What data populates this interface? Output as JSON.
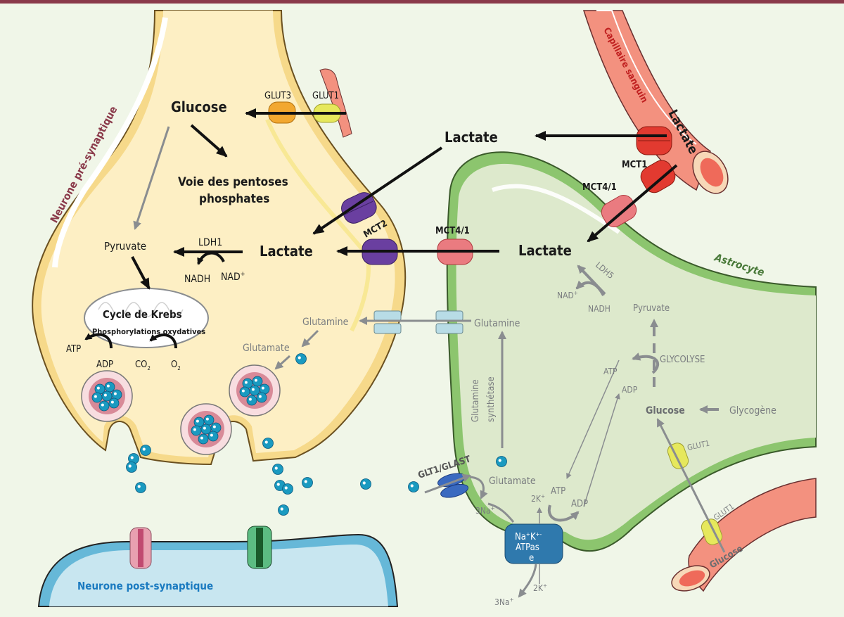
{
  "figure": {
    "cells": {
      "presynaptic_label": "Neurone pré-synaptique",
      "postsynaptic_label": "Neurone post-synaptique",
      "astrocyte_label": "Astrocyte",
      "capillary_label": "Capillaire sanguin"
    },
    "neuron": {
      "glucose": "Glucose",
      "pentose_line1": "Voie des pentoses",
      "pentose_line2": "phosphates",
      "pyruvate": "Pyruvate",
      "ldh": "LDH1",
      "nadh": "NADH",
      "nad": "NAD",
      "lactate": "Lactate",
      "krebs_title": "Cycle de Krebs",
      "krebs_sub": "Phosphorylations oxydatives",
      "atp": "ATP",
      "adp": "ADP",
      "co2": "CO",
      "o2": "O",
      "sub2": "2",
      "glutamine": "Glutamine",
      "glutamate": "Glutamate",
      "glut3": "GLUT3",
      "glut1": "GLUT1",
      "mct2": "MCT2"
    },
    "extracellular": {
      "lactate": "Lactate"
    },
    "capillary": {
      "lactate": "Lactate",
      "glucose": "Glucose",
      "mct1": "MCT1"
    },
    "astrocyte": {
      "lactate": "Lactate",
      "mct41_a": "MCT4/1",
      "mct41_b": "MCT4/1",
      "ldh": "LDH5",
      "nad": "NAD",
      "nadh": "NADH",
      "pyruvate": "Pyruvate",
      "glycolyse": "GLYCOLYSE",
      "atp": "ATP",
      "adp": "ADP",
      "glucose": "Glucose",
      "glycogene": "Glycogène",
      "glutamine": "Glutamine",
      "gs_line1": "Glutamine",
      "gs_line2": "synthétase",
      "glutamate": "Glutamate",
      "glt": "GLT1/GLAST",
      "na_in": "3Na",
      "k_in": "2K",
      "atp2": "ATP",
      "adp2": "ADP",
      "pump_line1": "Na",
      "pump_k": "K",
      "pump_line2": "ATPas",
      "pump_line3": "e",
      "k_out": "2K",
      "na_out": "3Na",
      "glut1_membrane": "GLUT1",
      "glut1_capillary": "GLUT1"
    },
    "colors": {
      "background": "#f0f6e8",
      "top_band": "#8a3a4a",
      "neuron_fill": "#fdefc4",
      "neuron_membrane": "#f6d98a",
      "astro_fill": "#dde9cc",
      "astro_membrane": "#8cc56e",
      "capillary": "#ef7a6a",
      "mct_red": "#e23a30",
      "mct_pink": "#ea7b80",
      "mct2_purple": "#6a3fa0",
      "glut3_orange": "#f2a830",
      "glut1_yellow": "#e6e85c",
      "glutamate_dot": "#1a9ac0",
      "pump": "#2f79ad",
      "postsyn_fill": "#c8e6f0",
      "postsyn_label": "#1a7ac0",
      "presyn_label": "#8a3a4a",
      "astro_label": "#4a7a3a",
      "capillary_label": "#c02020"
    }
  }
}
